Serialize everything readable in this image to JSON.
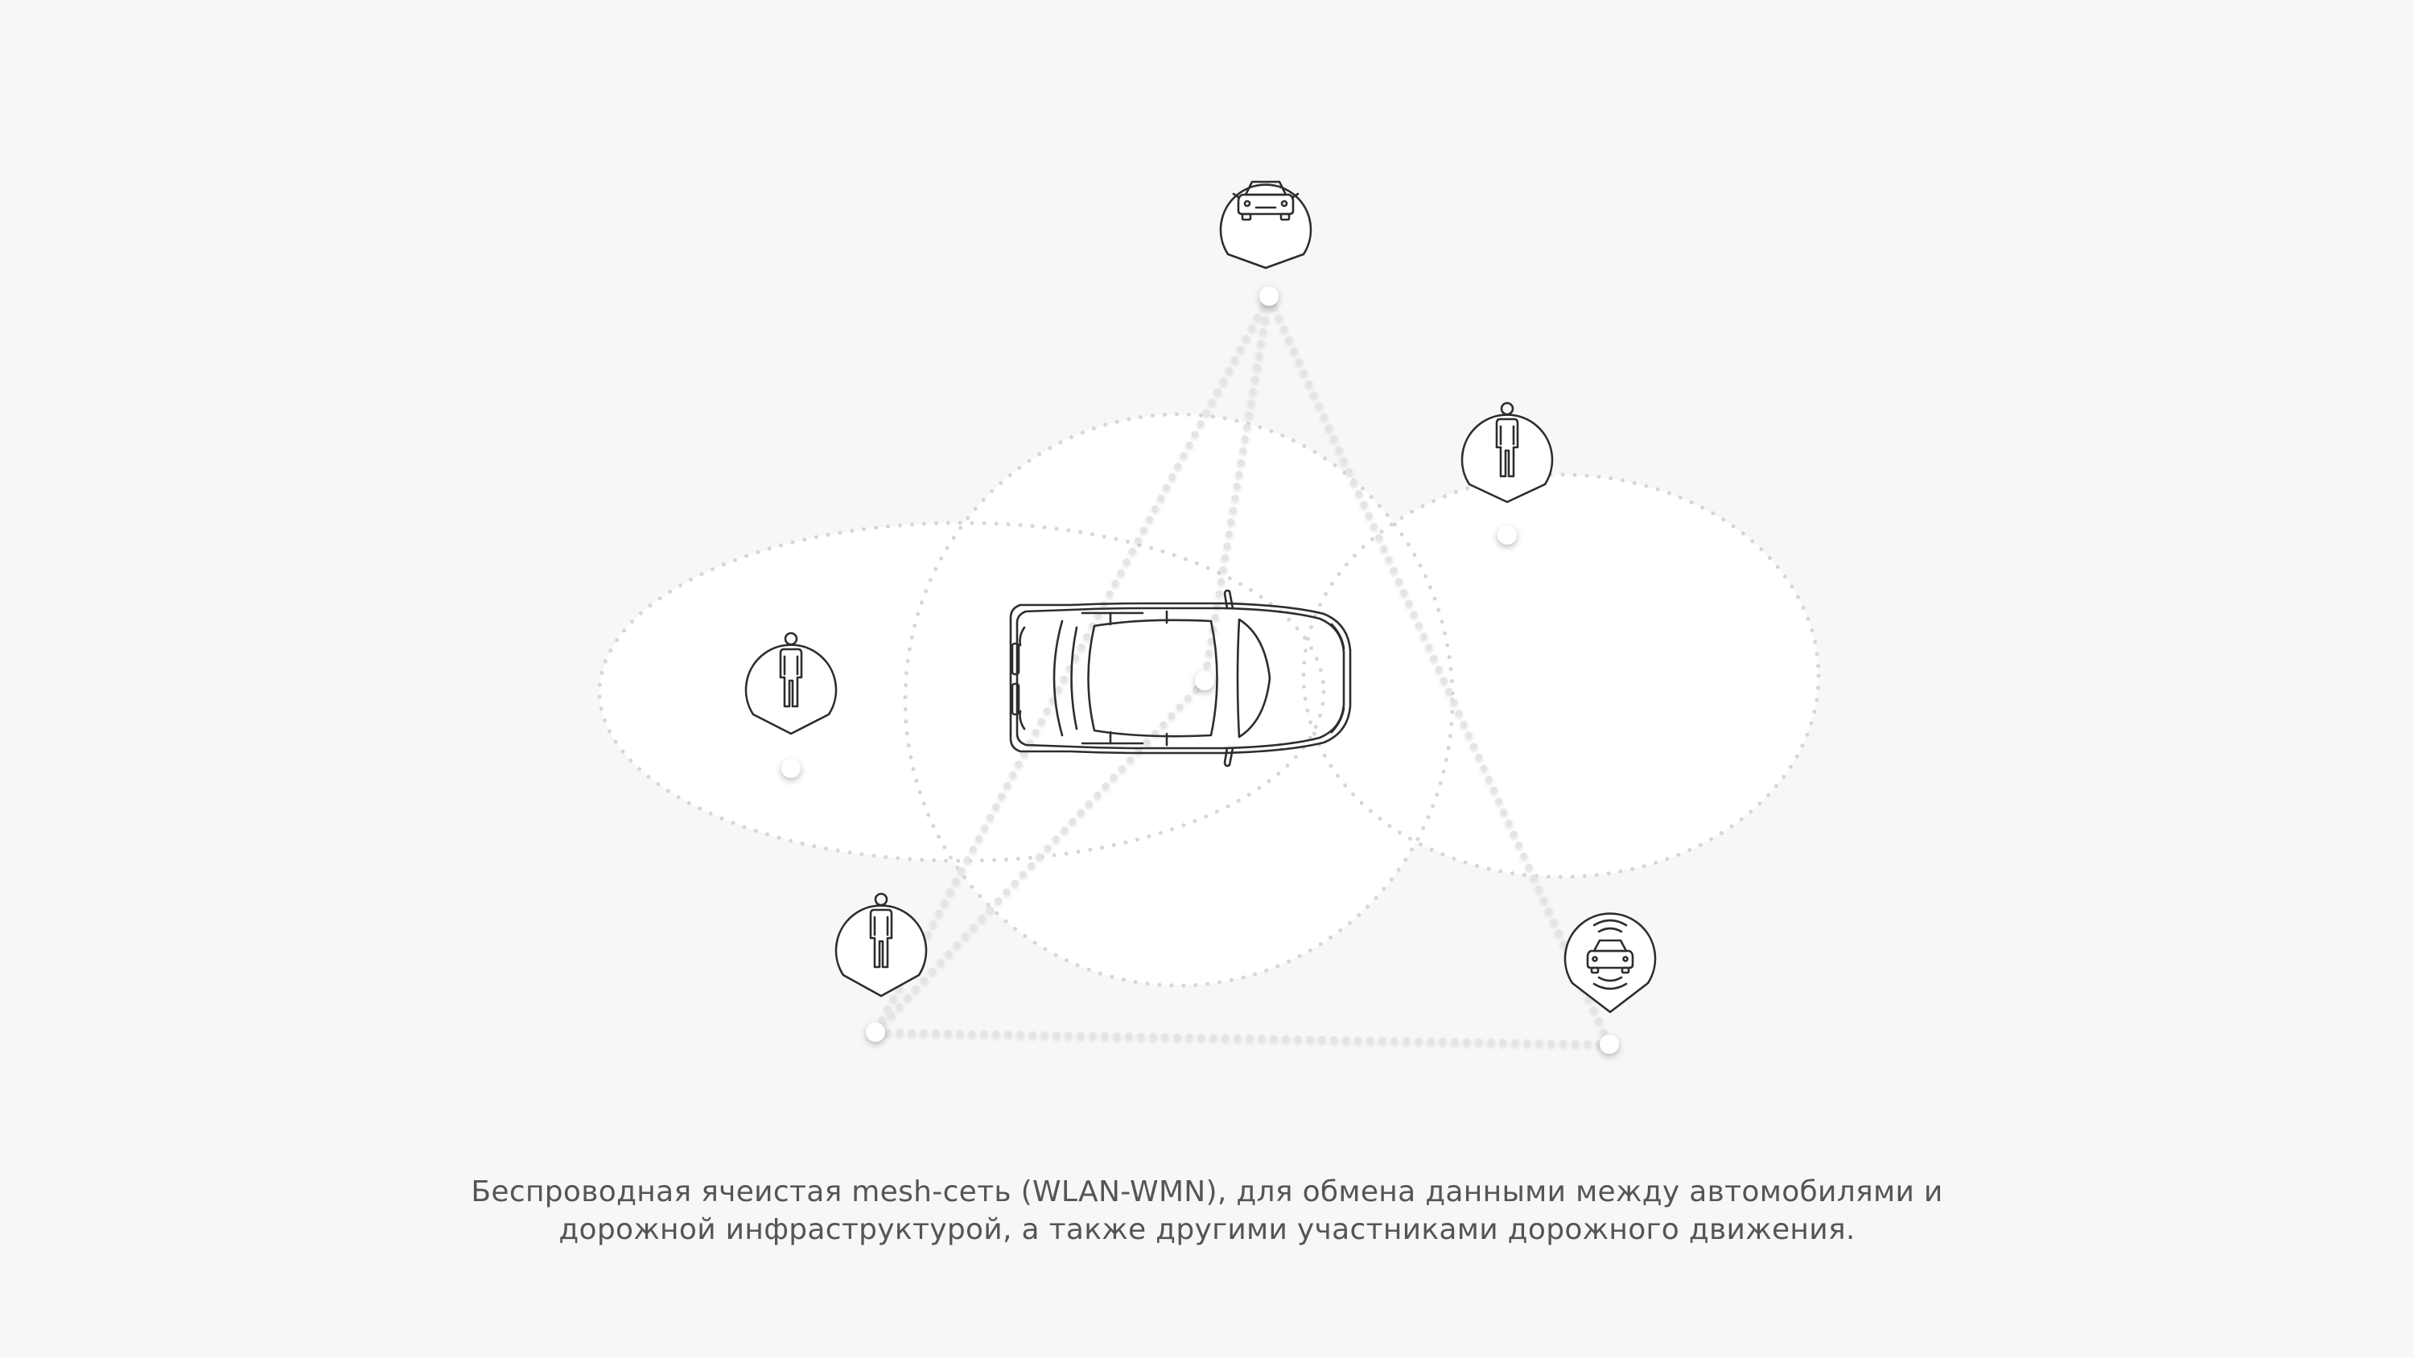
{
  "colors": {
    "background": "#f6f7f7",
    "zone_fill": "#ffffff",
    "zone_dots": "#d6d6d6",
    "link_dots": "#e4e4e4",
    "icon_stroke": "#2d2d2d",
    "pin_fill": "#ffffff",
    "caption_text": "#555555"
  },
  "diagram": {
    "central_node": {
      "type": "car",
      "icon": "car-top-view-icon"
    },
    "nodes": [
      {
        "id": "top",
        "type": "car",
        "icon": "car-front-icon"
      },
      {
        "id": "upper-right",
        "type": "pedestrian",
        "icon": "person-icon"
      },
      {
        "id": "left",
        "type": "pedestrian",
        "icon": "person-icon"
      },
      {
        "id": "bottom-left",
        "type": "pedestrian",
        "icon": "person-icon"
      },
      {
        "id": "bottom-right",
        "type": "car",
        "icon": "connected-car-icon"
      }
    ],
    "links": [
      [
        "top",
        "bottom-left"
      ],
      [
        "top",
        "bottom-right"
      ],
      [
        "bottom-left",
        "bottom-right"
      ],
      [
        "top",
        "center"
      ],
      [
        "center",
        "bottom-left"
      ]
    ]
  },
  "caption": {
    "line1": "Беспроводная ячеистая mesh-сеть (WLAN-WMN),  для обмена данными между автомобилями и",
    "line2": "дорожной инфраструктурой, а также другими участниками дорожного движения."
  }
}
